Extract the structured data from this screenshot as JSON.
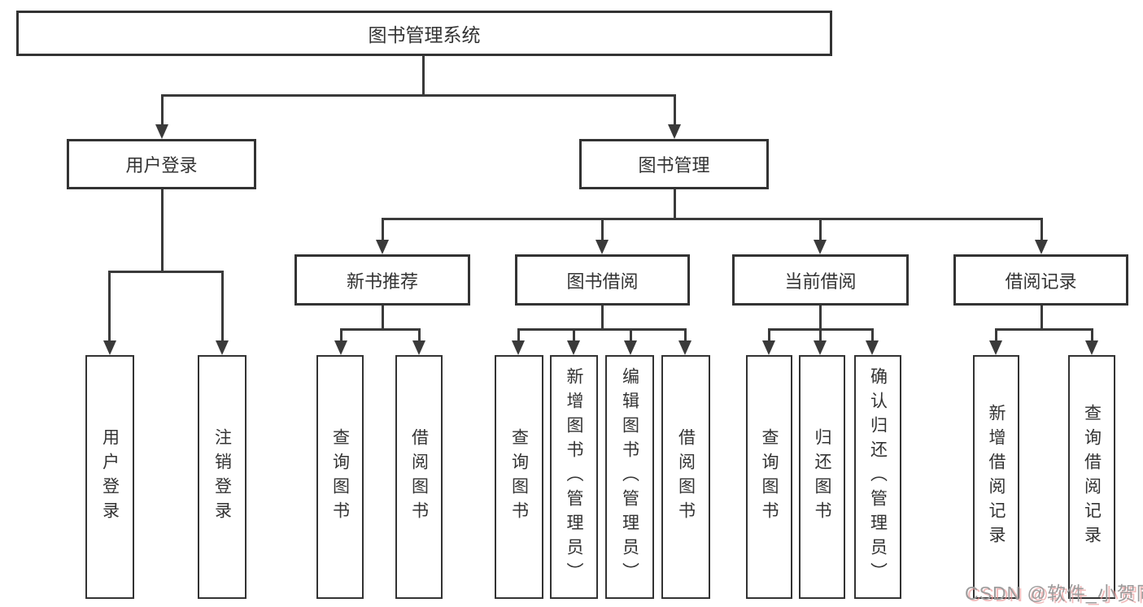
{
  "colors": {
    "background": "#ffffff",
    "line": "#3a3a3a",
    "box_border": "#333333",
    "text": "#333333",
    "watermark_gray": "#9c9c9c",
    "watermark_shadow": "#e99696"
  },
  "chart_type": "hierarchy-diagram",
  "root": {
    "label": "图书管理系统"
  },
  "branches": {
    "user_login": {
      "label": "用户登录",
      "children": [
        "用户登录",
        "注销登录"
      ]
    },
    "book_management": {
      "label": "图书管理",
      "children": {
        "new_book": {
          "label": "新书推荐",
          "children": [
            "查询图书",
            "借阅图书"
          ]
        },
        "borrow": {
          "label": "图书借阅",
          "children": [
            "查询图书",
            "新增图书（管理员）",
            "编辑图书（管理员）",
            "借阅图书"
          ]
        },
        "current": {
          "label": "当前借阅",
          "children": [
            "查询图书",
            "归还图书",
            "确认归还（管理员）"
          ]
        },
        "records": {
          "label": "借阅记录",
          "children": [
            "新增借阅记录",
            "查询借阅记录"
          ]
        }
      }
    }
  },
  "watermark": "CSDN @软件_小贺同学"
}
